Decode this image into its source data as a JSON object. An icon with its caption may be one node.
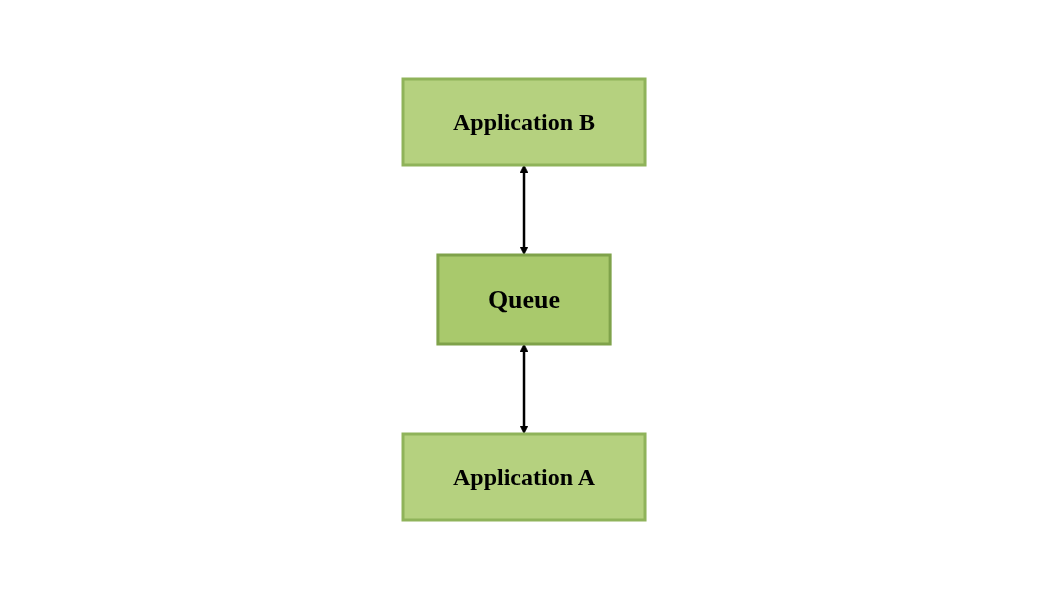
{
  "diagram": {
    "nodes": [
      {
        "text": [
          "Application B"
        ]
      },
      {
        "text": [
          "Queue"
        ]
      },
      {
        "text": [
          "Application A"
        ]
      }
    ],
    "edges": [
      {
        "from": 2,
        "to": 1,
        "arrow": "both"
      },
      {
        "from": 1,
        "to": 0,
        "arrow": "both"
      }
    ]
  }
}
